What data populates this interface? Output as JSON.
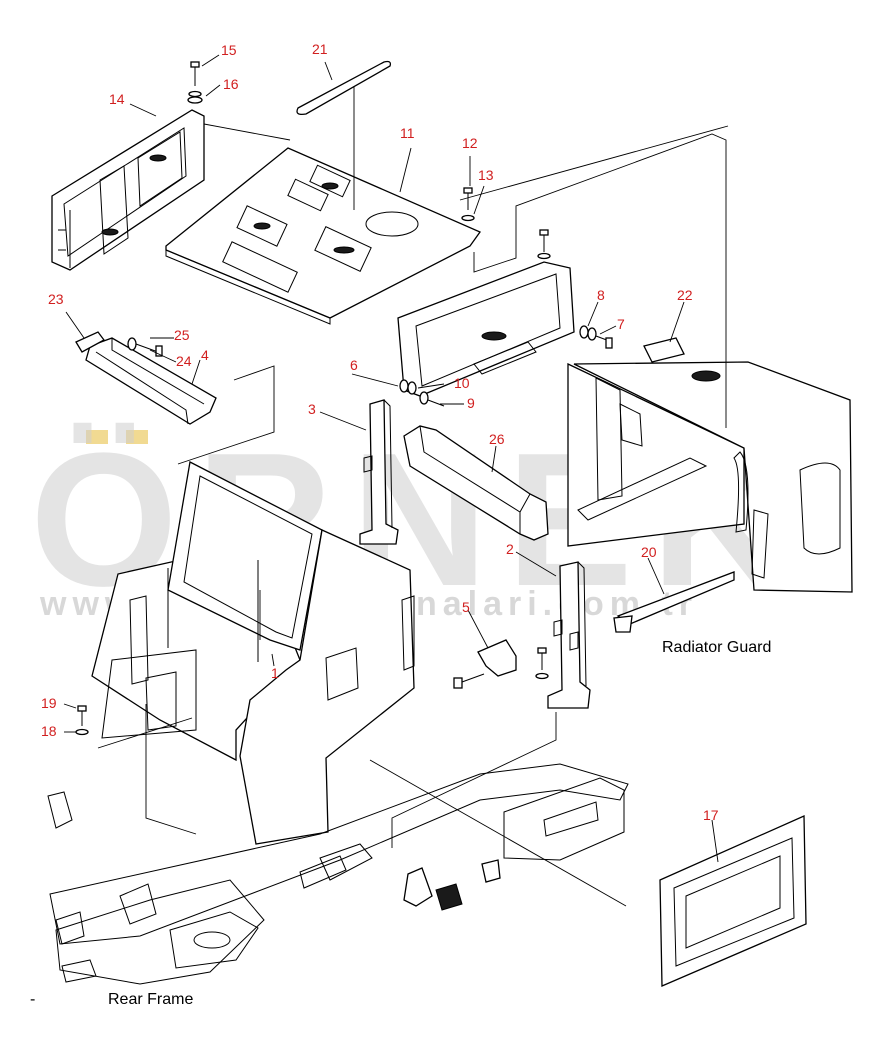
{
  "captions": {
    "radiator_guard": "Radiator Guard",
    "rear_frame": "Rear Frame",
    "dash": "-"
  },
  "watermark": {
    "brand": "ÖRNEK",
    "url": "www.ornekismakinalari.com.tr",
    "color": "#cfcfcf",
    "accent": "#e8c24a"
  },
  "callouts": {
    "c1": "1",
    "c2": "2",
    "c3": "3",
    "c4": "4",
    "c5": "5",
    "c6": "6",
    "c7": "7",
    "c8": "8",
    "c9": "9",
    "c10": "10",
    "c11": "11",
    "c12": "12",
    "c13": "13",
    "c14": "14",
    "c15": "15",
    "c16": "16",
    "c17": "17",
    "c18": "18",
    "c19": "19",
    "c20": "20",
    "c21": "21",
    "c22": "22",
    "c23": "23",
    "c24": "24",
    "c25": "25",
    "c26": "26"
  },
  "colors": {
    "callout": "#d11f1f",
    "line": "#000000"
  }
}
